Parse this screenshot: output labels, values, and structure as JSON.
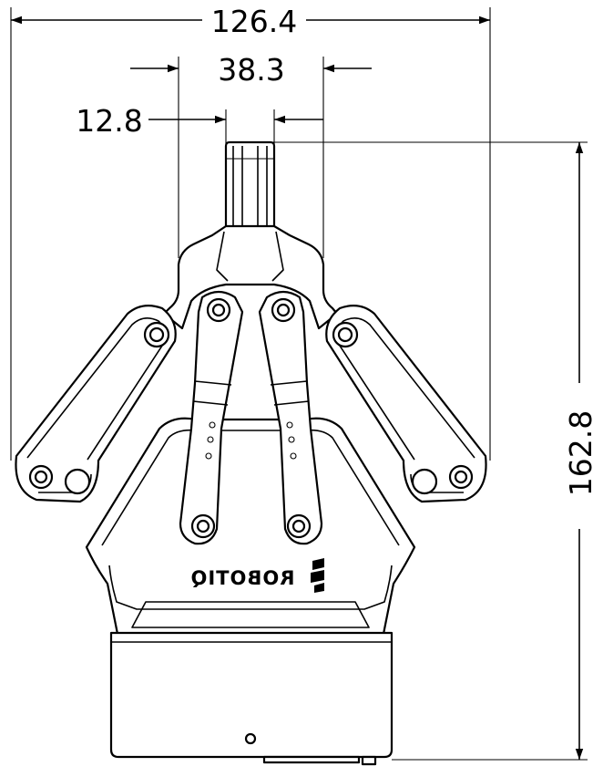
{
  "dimensions": {
    "overall_width": "126.4",
    "finger_spacing": "38.3",
    "coupling_width": "12.8",
    "overall_height": "162.8"
  },
  "brand": {
    "logo_text": "ROBOTIQ"
  },
  "colors": {
    "line": "#000000",
    "background": "#ffffff"
  }
}
